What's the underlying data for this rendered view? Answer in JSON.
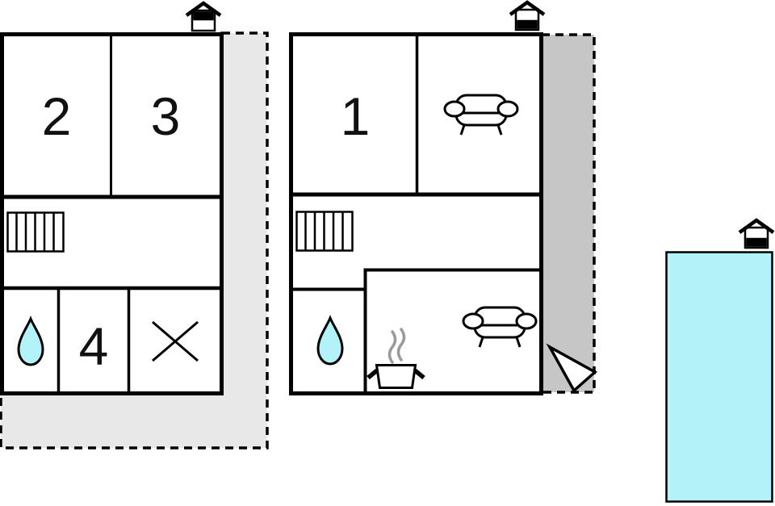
{
  "diagram": {
    "type": "floor-plan",
    "left_unit": {
      "rooms": [
        {
          "label": "2"
        },
        {
          "label": "3"
        },
        {
          "label": "4"
        }
      ],
      "features": [
        "staircase",
        "water-drop",
        "crossed-area"
      ],
      "orientation_marker": "house-black-top",
      "terrace": "dashed-outline-light-gray"
    },
    "right_unit": {
      "rooms": [
        {
          "label": "1"
        }
      ],
      "features": [
        "staircase",
        "sofa",
        "sofa",
        "water-drop",
        "cooking-pot",
        "entrance-arrow"
      ],
      "orientation_marker": "house-black-bottom",
      "balcony": "dashed-outline-dark-gray"
    },
    "pool": {
      "orientation_marker": "house-black-bottom"
    },
    "colors": {
      "wall": "#000000",
      "terrace_fill": "#e8e8e8",
      "balcony_fill": "#c6c6c6",
      "water_fill": "#b2f2f8",
      "steam": "#9a9a9a",
      "label": "#111111"
    }
  }
}
